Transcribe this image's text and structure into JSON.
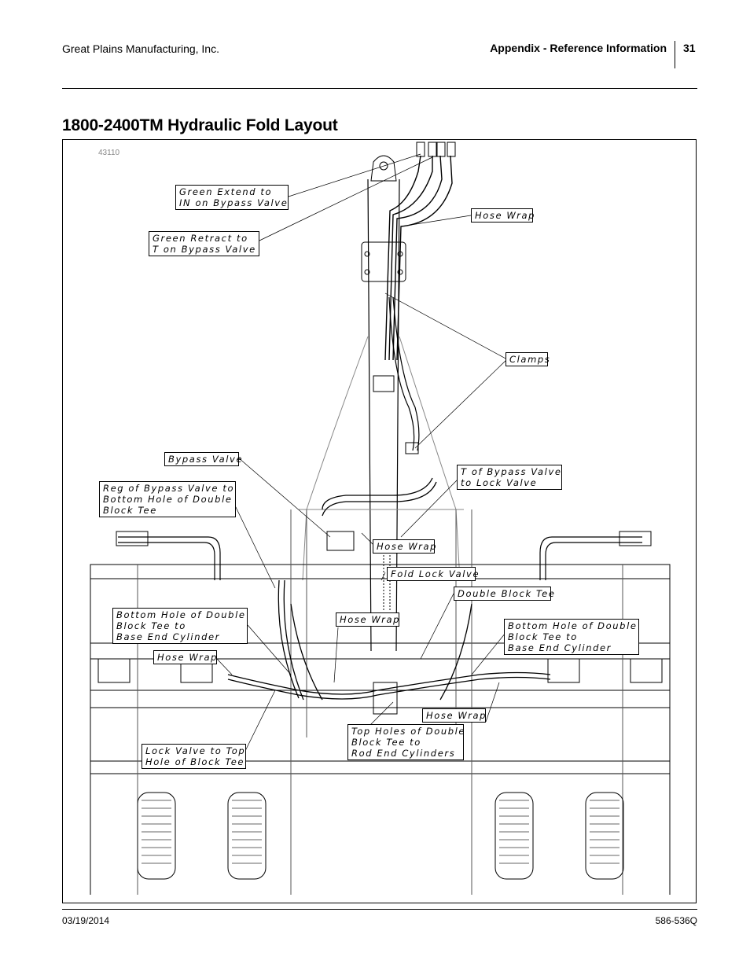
{
  "header": {
    "company": "Great Plains Manufacturing, Inc.",
    "section": "Appendix - Reference Information",
    "page_number": "31"
  },
  "title": "1800-2400TM Hydraulic Fold Layout",
  "figure": {
    "number": "43110",
    "callouts": {
      "green_extend": "Green Extend to\nIN on Bypass Valve",
      "green_retract": "Green Retract to\nT on Bypass Valve",
      "hose_wrap_top": "Hose Wrap",
      "clamps": "Clamps",
      "bypass_valve": "Bypass Valve",
      "reg_bypass": "Reg of Bypass Valve to\nBottom Hole of Double\nBlock Tee",
      "t_bypass": "T of Bypass Valve\nto Lock Valve",
      "hose_wrap_center": "Hose Wrap",
      "fold_lock_valve": "Fold Lock Valve",
      "double_block_tee": "Double Block Tee",
      "bottom_hole_left": "Bottom Hole of Double\nBlock Tee to\nBase End Cylinder",
      "hose_wrap_mid": "Hose Wrap",
      "bottom_hole_right": "Bottom Hole of Double\nBlock Tee to\nBase End Cylinder",
      "hose_wrap_left": "Hose Wrap",
      "hose_wrap_lower": "Hose Wrap",
      "top_holes": "Top Holes of Double\nBlock Tee to\nRod End Cylinders",
      "lock_valve": "Lock Valve to Top\nHole of Block Tee"
    }
  },
  "footer": {
    "date": "03/19/2014",
    "doc_number": "586-536Q"
  }
}
